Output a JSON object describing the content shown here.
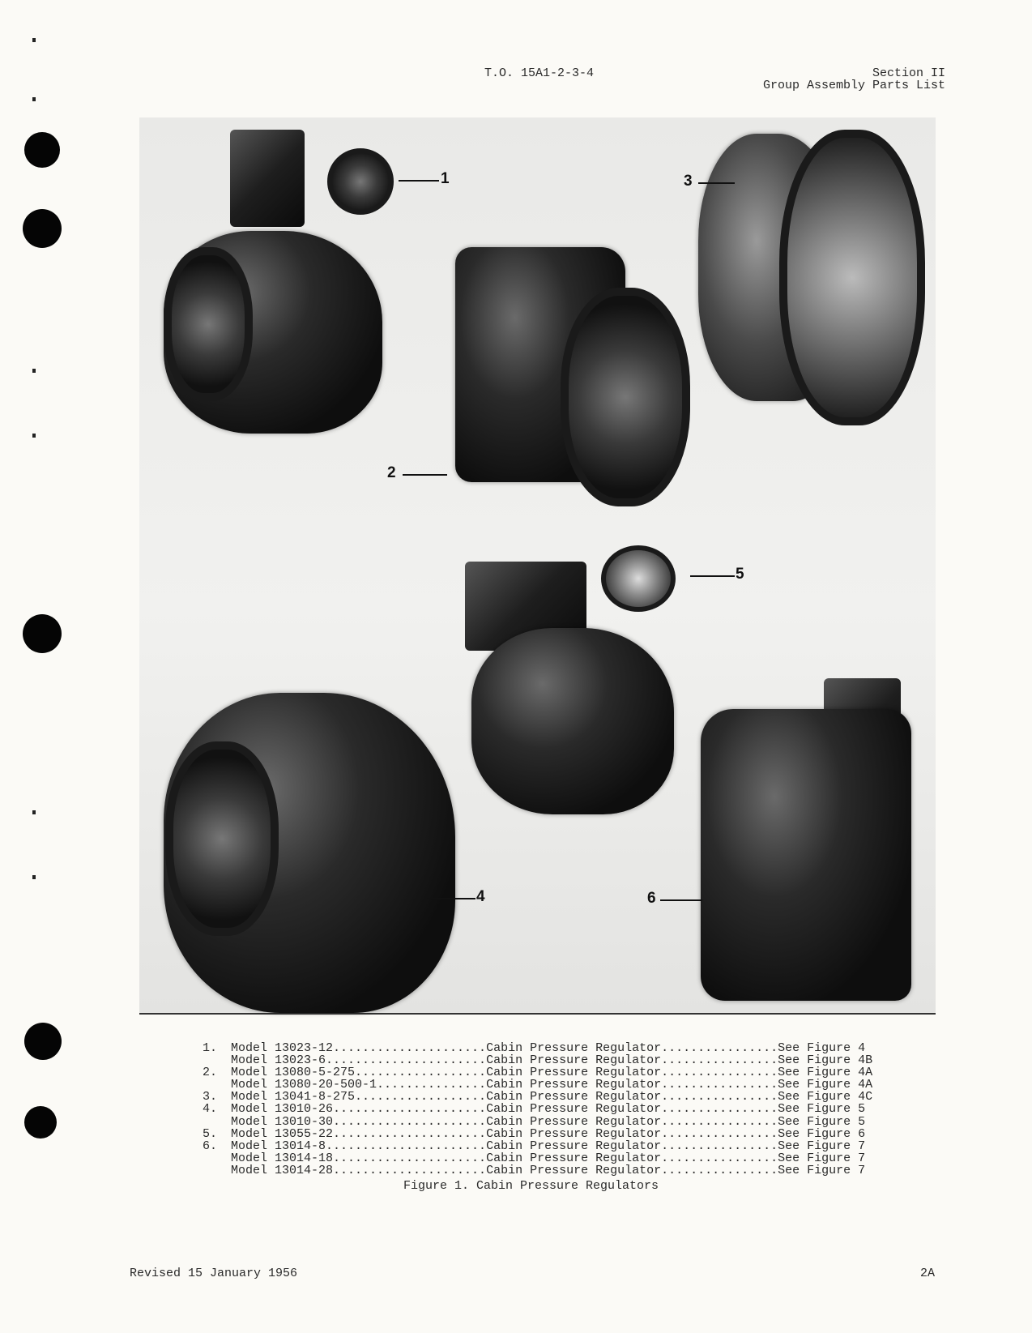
{
  "header": {
    "to_number": "T.O. 15A1-2-3-4",
    "section": "Section II",
    "section_title": "Group Assembly Parts List"
  },
  "figure": {
    "callouts": [
      "1",
      "2",
      "3",
      "4",
      "5",
      "6"
    ],
    "caption": "Figure 1.  Cabin Pressure Regulators"
  },
  "parts": [
    {
      "index": "1.",
      "model": "Model 13023-12",
      "description": "Cabin Pressure Regulator",
      "reference": "See Figure 4"
    },
    {
      "index": "",
      "model": "Model 13023-6",
      "description": "Cabin Pressure Regulator",
      "reference": "See Figure 4B"
    },
    {
      "index": "2.",
      "model": "Model 13080-5-275",
      "description": "Cabin Pressure Regulator",
      "reference": "See Figure 4A"
    },
    {
      "index": "",
      "model": "Model 13080-20-500-1",
      "description": "Cabin Pressure Regulator",
      "reference": "See Figure 4A"
    },
    {
      "index": "3.",
      "model": "Model 13041-8-275",
      "description": "Cabin Pressure Regulator",
      "reference": "See Figure 4C"
    },
    {
      "index": "4.",
      "model": "Model 13010-26",
      "description": "Cabin Pressure Regulator",
      "reference": "See Figure 5"
    },
    {
      "index": "",
      "model": "Model 13010-30",
      "description": "Cabin Pressure Regulator",
      "reference": "See Figure 5"
    },
    {
      "index": "5.",
      "model": "Model 13055-22",
      "description": "Cabin Pressure Regulator",
      "reference": "See Figure 6"
    },
    {
      "index": "6.",
      "model": "Model 13014-8",
      "description": "Cabin Pressure Regulator",
      "reference": "See Figure 7"
    },
    {
      "index": "",
      "model": "Model 13014-18",
      "description": "Cabin Pressure Regulator",
      "reference": "See Figure 7"
    },
    {
      "index": "",
      "model": "Model 13014-28",
      "description": "Cabin Pressure Regulator",
      "reference": "See Figure 7"
    }
  ],
  "footer": {
    "revision": "Revised 15 January 1956",
    "page": "2A"
  }
}
